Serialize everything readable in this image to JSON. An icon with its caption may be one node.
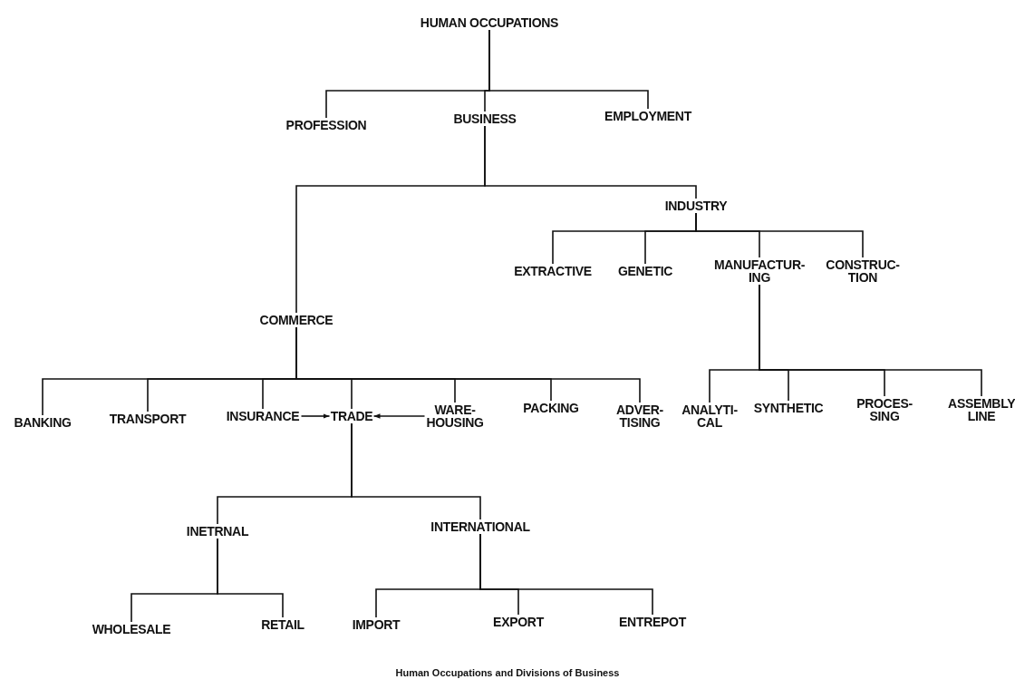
{
  "diagram": {
    "caption": "Human Occupations and Divisions of Business",
    "nodes": [
      {
        "text": [
          "HUMAN OCCUPATIONS"
        ]
      },
      {
        "text": [
          "PROFESSION"
        ]
      },
      {
        "text": [
          "BUSINESS"
        ]
      },
      {
        "text": [
          "EMPLOYMENT"
        ]
      },
      {
        "text": [
          "INDUSTRY"
        ]
      },
      {
        "text": [
          "EXTRACTIVE"
        ]
      },
      {
        "text": [
          "GENETIC"
        ]
      },
      {
        "text": [
          "MANUFACTUR- ING"
        ]
      },
      {
        "text": [
          "CONSTRUC- TION"
        ]
      },
      {
        "text": [
          "COMMERCE"
        ]
      },
      {
        "text": [
          "BANKING"
        ]
      },
      {
        "text": [
          "TRANSPORT"
        ]
      },
      {
        "text": [
          "INSURANCE"
        ]
      },
      {
        "text": [
          "TRADE"
        ]
      },
      {
        "text": [
          "WARE- HOUSING"
        ]
      },
      {
        "text": [
          "PACKING"
        ]
      },
      {
        "text": [
          "ADVER- TISING"
        ]
      },
      {
        "text": [
          "ANALYTI- CAL"
        ]
      },
      {
        "text": [
          "SYNTHETIC"
        ]
      },
      {
        "text": [
          "PROCES- SING"
        ]
      },
      {
        "text": [
          "ASSEMBLY LINE"
        ]
      },
      {
        "text": [
          "INETRNAL"
        ]
      },
      {
        "text": [
          "INTERNATIONAL"
        ]
      },
      {
        "text": [
          "WHOLESALE"
        ]
      },
      {
        "text": [
          "RETAIL"
        ]
      },
      {
        "text": [
          "IMPORT"
        ]
      },
      {
        "text": [
          "EXPORT"
        ]
      },
      {
        "text": [
          "ENTREPOT"
        ]
      }
    ],
    "edges": [
      {
        "from": 0,
        "to": 1,
        "arrow": "none"
      },
      {
        "from": 0,
        "to": 2,
        "arrow": "none"
      },
      {
        "from": 0,
        "to": 3,
        "arrow": "none"
      },
      {
        "from": 2,
        "to": 9,
        "arrow": "none"
      },
      {
        "from": 2,
        "to": 4,
        "arrow": "none"
      },
      {
        "from": 4,
        "to": 5,
        "arrow": "none"
      },
      {
        "from": 4,
        "to": 6,
        "arrow": "none"
      },
      {
        "from": 4,
        "to": 7,
        "arrow": "none"
      },
      {
        "from": 4,
        "to": 8,
        "arrow": "none"
      },
      {
        "from": 7,
        "to": 17,
        "arrow": "none"
      },
      {
        "from": 7,
        "to": 18,
        "arrow": "none"
      },
      {
        "from": 7,
        "to": 19,
        "arrow": "none"
      },
      {
        "from": 7,
        "to": 20,
        "arrow": "none"
      },
      {
        "from": 9,
        "to": 10,
        "arrow": "none"
      },
      {
        "from": 9,
        "to": 11,
        "arrow": "none"
      },
      {
        "from": 9,
        "to": 12,
        "arrow": "none"
      },
      {
        "from": 9,
        "to": 13,
        "arrow": "none"
      },
      {
        "from": 9,
        "to": 14,
        "arrow": "none"
      },
      {
        "from": 9,
        "to": 15,
        "arrow": "none"
      },
      {
        "from": 9,
        "to": 16,
        "arrow": "none"
      },
      {
        "from": 12,
        "to": 13,
        "arrow": "to"
      },
      {
        "from": 14,
        "to": 13,
        "arrow": "to"
      },
      {
        "from": 13,
        "to": 21,
        "arrow": "none"
      },
      {
        "from": 13,
        "to": 22,
        "arrow": "none"
      },
      {
        "from": 21,
        "to": 23,
        "arrow": "none"
      },
      {
        "from": 21,
        "to": 24,
        "arrow": "none"
      },
      {
        "from": 22,
        "to": 25,
        "arrow": "none"
      },
      {
        "from": 22,
        "to": 26,
        "arrow": "none"
      },
      {
        "from": 22,
        "to": 27,
        "arrow": "none"
      }
    ]
  }
}
